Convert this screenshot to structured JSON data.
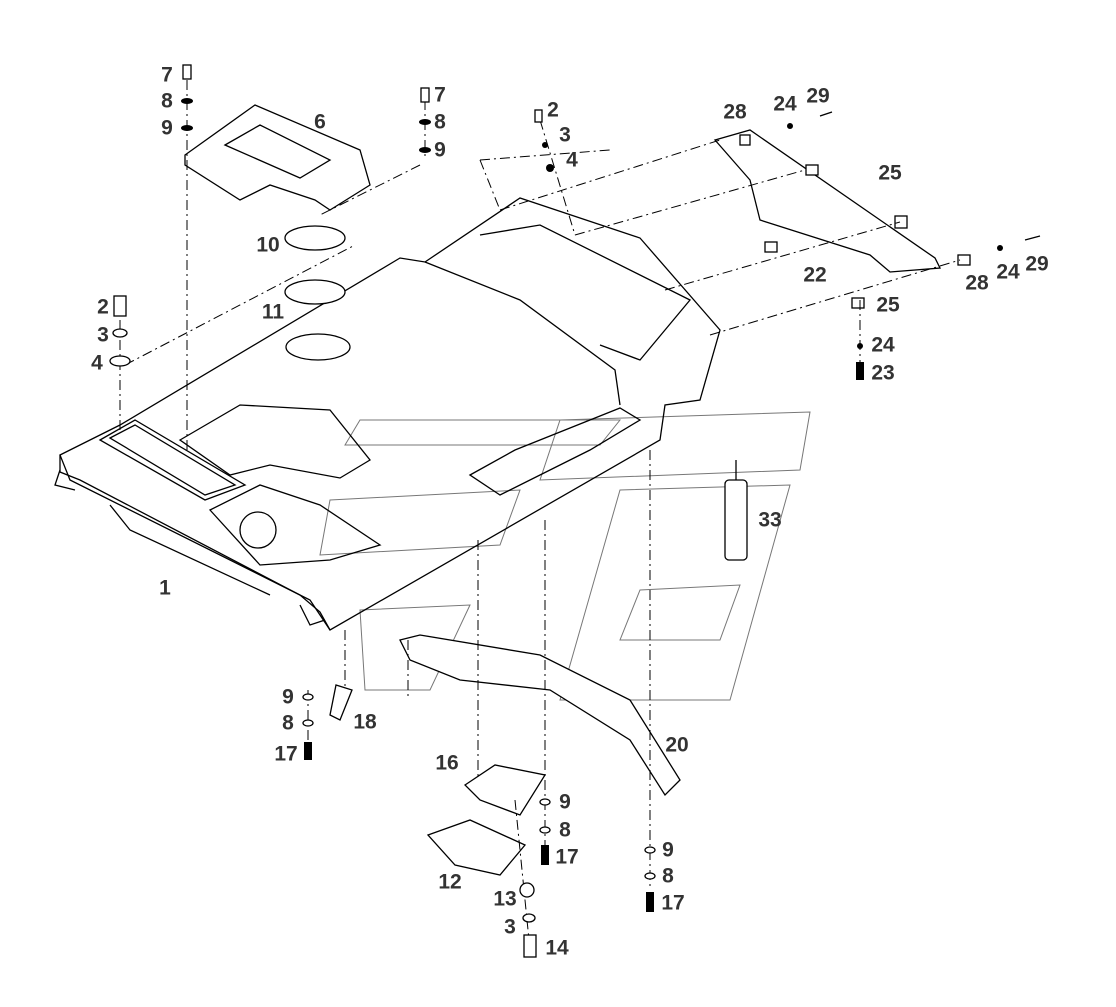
{
  "diagram": {
    "type": "exploded-parts-view",
    "callouts": [
      "7",
      "8",
      "9",
      "6",
      "7",
      "8",
      "9",
      "2",
      "3",
      "4",
      "28",
      "24",
      "29",
      "25",
      "22",
      "28",
      "24",
      "29",
      "25",
      "24",
      "23",
      "10",
      "11",
      "2",
      "3",
      "4",
      "33",
      "1",
      "9",
      "8",
      "17",
      "18",
      "20",
      "16",
      "9",
      "8",
      "17",
      "12",
      "13",
      "3",
      "14",
      "9",
      "8",
      "17"
    ]
  }
}
